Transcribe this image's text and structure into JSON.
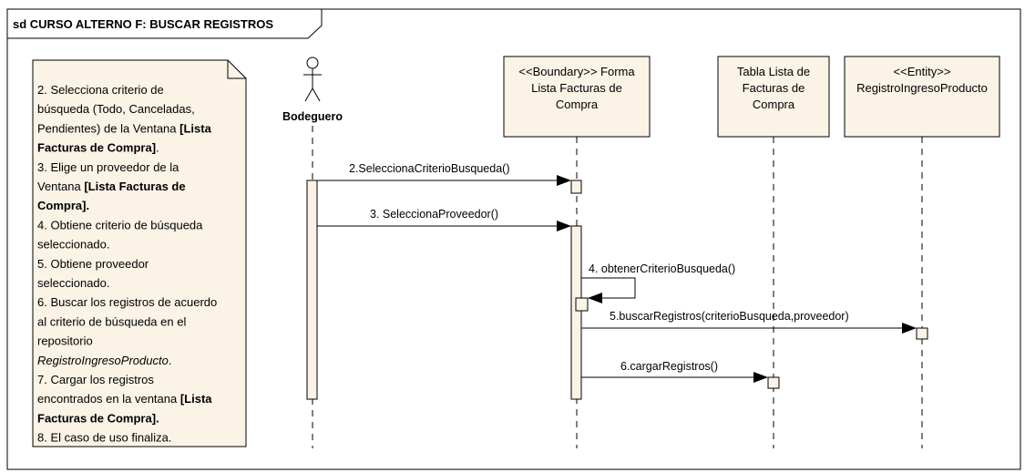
{
  "frame": {
    "title": "sd CURSO ALTERNO F: BUSCAR REGISTROS"
  },
  "colors": {
    "box_fill": "#FBF3E6",
    "activation_fill": "#FBF3E6",
    "line": "#000000",
    "note_fill": "#FBF3E6"
  },
  "actor": {
    "name": "Bodeguero"
  },
  "lifelines": [
    {
      "id": "forma",
      "lines": [
        "<<Boundary>> Forma",
        "Lista Facturas de",
        "Compra"
      ]
    },
    {
      "id": "tabla",
      "lines": [
        "Tabla Lista de",
        "Facturas de",
        "Compra"
      ]
    },
    {
      "id": "entity",
      "lines": [
        "<<Entity>>",
        "RegistroIngresoProducto"
      ]
    }
  ],
  "messages": [
    {
      "label": "2.SeleccionaCriterioBusqueda()"
    },
    {
      "label": "3. SeleccionaProveedor()"
    },
    {
      "label": "4. obtenerCriterioBusqueda()"
    },
    {
      "label": "5.buscarRegistros(criterioBusqueda,proveedor)"
    },
    {
      "label": "6.cargarRegistros()"
    }
  ],
  "note": {
    "lines": [
      [
        {
          "t": "2. Selecciona criterio de"
        }
      ],
      [
        {
          "t": "búsqueda (Todo, Canceladas,"
        }
      ],
      [
        {
          "t": "Pendientes) de la Ventana "
        },
        {
          "t": "[Lista",
          "b": true
        }
      ],
      [
        {
          "t": "Facturas de Compra]",
          "b": true
        },
        {
          "t": "."
        }
      ],
      [
        {
          "t": "3. Elige un proveedor de la"
        }
      ],
      [
        {
          "t": "Ventana "
        },
        {
          "t": "[Lista Facturas de",
          "b": true
        }
      ],
      [
        {
          "t": "Compra].",
          "b": true
        }
      ],
      [
        {
          "t": "4. Obtiene criterio de búsqueda"
        }
      ],
      [
        {
          "t": "seleccionado."
        }
      ],
      [
        {
          "t": "5. Obtiene proveedor"
        }
      ],
      [
        {
          "t": "seleccionado."
        }
      ],
      [
        {
          "t": "6. Buscar los registros de acuerdo"
        }
      ],
      [
        {
          "t": "al criterio de búsqueda en el"
        }
      ],
      [
        {
          "t": "repositorio"
        }
      ],
      [
        {
          "t": "RegistroIngresoProducto",
          "i": true
        },
        {
          "t": "."
        }
      ],
      [
        {
          "t": "7. Cargar los registros"
        }
      ],
      [
        {
          "t": "encontrados en la ventana "
        },
        {
          "t": "[Lista",
          "b": true
        }
      ],
      [
        {
          "t": "Facturas de Compra].",
          "b": true
        }
      ],
      [
        {
          "t": "8. El caso de uso finaliza."
        }
      ]
    ]
  }
}
